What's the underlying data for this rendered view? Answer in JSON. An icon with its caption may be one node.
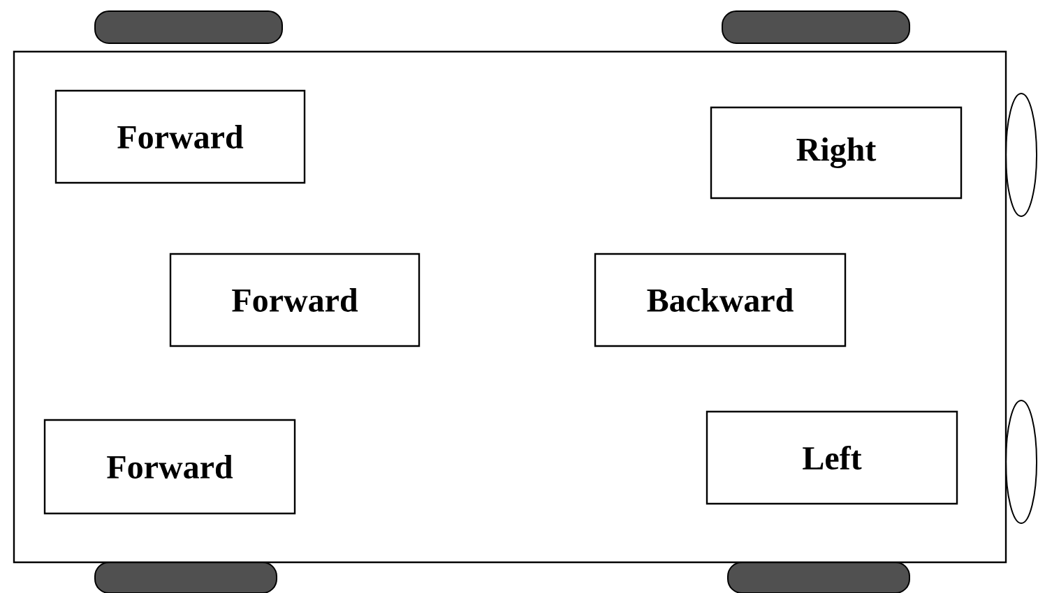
{
  "diagram": {
    "nodes": [
      {
        "text": [],
        "shape": "box"
      },
      {
        "text": [
          "Forward"
        ],
        "in": 0
      },
      {
        "text": [
          "Right"
        ],
        "in": 0
      },
      {
        "text": [
          "Forward"
        ],
        "in": 0
      },
      {
        "text": [
          "Backward"
        ],
        "in": 0
      },
      {
        "text": [
          "Forward"
        ],
        "in": 0
      },
      {
        "text": [
          "Left"
        ],
        "in": 0
      }
    ]
  }
}
